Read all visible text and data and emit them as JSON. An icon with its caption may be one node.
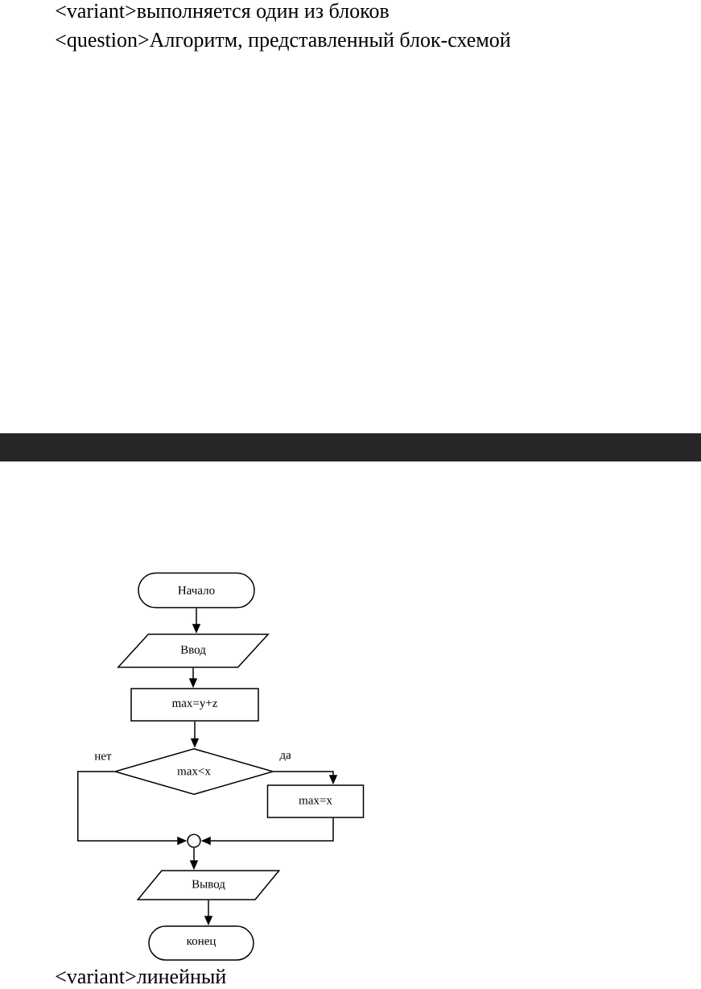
{
  "diagram": {
    "nodes": [
      {
        "text": [],
        "shape": "bar"
      },
      {
        "text": [
          "Начало"
        ]
      },
      {
        "text": [
          "Ввод"
        ]
      },
      {
        "text": [
          "max=y+z"
        ]
      },
      {
        "text": [
          "max<x"
        ]
      },
      {
        "text": [
          "max=x"
        ]
      },
      {
        "text": [],
        "shape": "circle"
      },
      {
        "text": [
          "Вывод"
        ]
      },
      {
        "text": [
          "конец"
        ]
      }
    ],
    "edges": [
      {
        "from": 1,
        "to": 2,
        "arrow": "to"
      },
      {
        "from": 2,
        "to": 3,
        "arrow": "to"
      },
      {
        "from": 3,
        "to": 4,
        "arrow": "to"
      },
      {
        "from": 4,
        "to": 5,
        "arrow": "to",
        "label": "да"
      },
      {
        "from": 4,
        "to": 6,
        "arrow": "to",
        "label": "нет"
      },
      {
        "from": 5,
        "to": 6,
        "arrow": "to"
      },
      {
        "from": 6,
        "to": 7,
        "arrow": "to"
      },
      {
        "from": 7,
        "to": 8,
        "arrow": "to"
      }
    ],
    "labels": [
      "<variant>выполняется один из блоков",
      "<question>Алгоритм, представленный блок-схемой",
      "<variant>линейный"
    ]
  }
}
